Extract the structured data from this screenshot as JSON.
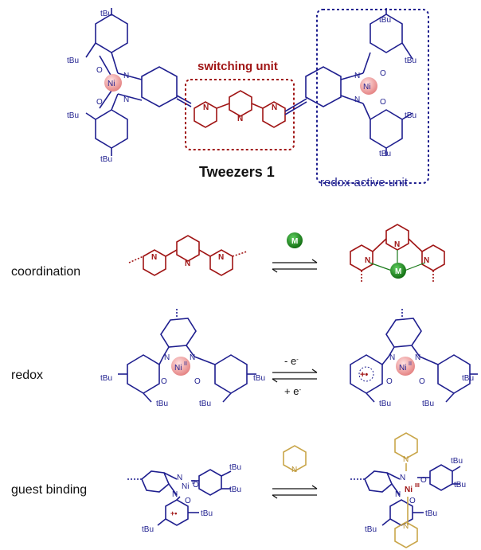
{
  "top": {
    "switching_label": "switching unit",
    "tweezers_label": "Tweezers 1",
    "redox_unit_label": "redox-active unit"
  },
  "labels": {
    "tbu": "tBu",
    "ni": "Ni",
    "n": "N",
    "o": "O",
    "m": "M",
    "ni_ii": "II",
    "ni_iii": "III"
  },
  "rows": [
    {
      "name": "coordination",
      "label": "coordination",
      "arrow_top": "",
      "arrow_bottom": ""
    },
    {
      "name": "redox",
      "label": "redox",
      "arrow_top": "- e",
      "arrow_bottom": "+ e",
      "superscript": "-"
    },
    {
      "name": "guest-binding",
      "label": "guest binding",
      "arrow_top": "",
      "arrow_bottom": ""
    }
  ],
  "colors": {
    "salen": "#1f1f8f",
    "terpyridine": "#a01515",
    "pyridine": "#c9a64a",
    "metal": "#1a7a1a",
    "ni_sphere": "#f4a0a0"
  }
}
